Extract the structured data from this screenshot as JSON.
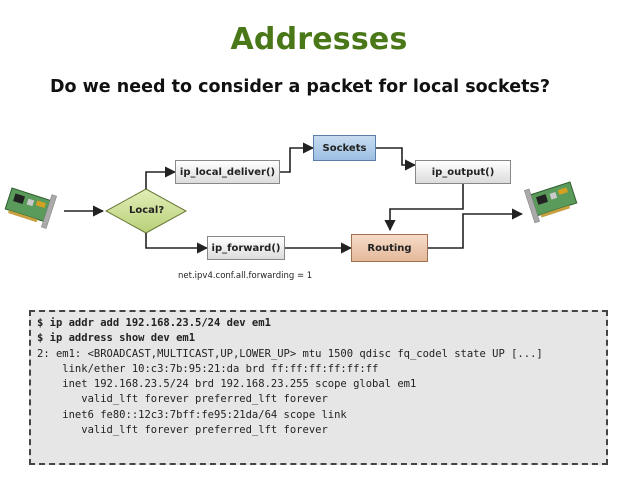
{
  "slide": {
    "title": "Addresses",
    "question": "Do we need to consider a packet for local sockets?"
  },
  "diagram": {
    "decision": "Local?",
    "ip_local_deliver": "ip_local_deliver()",
    "sockets": "Sockets",
    "ip_output": "ip_output()",
    "ip_forward": "ip_forward()",
    "routing": "Routing",
    "sysctl_note": "net.ipv4.conf.all.forwarding = 1",
    "colors": {
      "title": "#4a7818",
      "sockets_fill": "#9dbfe3",
      "routing_fill": "#e4b89a",
      "decision_fill": "#c8dc8c"
    },
    "icons": [
      "network-card-icon-in",
      "network-card-icon-out"
    ]
  },
  "terminal": {
    "lines": [
      {
        "text": "$ ip addr add 192.168.23.5/24 dev em1",
        "bold": true
      },
      {
        "text": "$ ip address show dev em1",
        "bold": true
      },
      {
        "text": "2: em1: <BROADCAST,MULTICAST,UP,LOWER_UP> mtu 1500 qdisc fq_codel state UP [...]",
        "bold": false
      },
      {
        "text": "    link/ether 10:c3:7b:95:21:da brd ff:ff:ff:ff:ff:ff",
        "bold": false
      },
      {
        "text": "    inet 192.168.23.5/24 brd 192.168.23.255 scope global em1",
        "bold": false
      },
      {
        "text": "       valid_lft forever preferred_lft forever",
        "bold": false
      },
      {
        "text": "    inet6 fe80::12c3:7bff:fe95:21da/64 scope link",
        "bold": false
      },
      {
        "text": "       valid_lft forever preferred_lft forever",
        "bold": false
      }
    ]
  }
}
